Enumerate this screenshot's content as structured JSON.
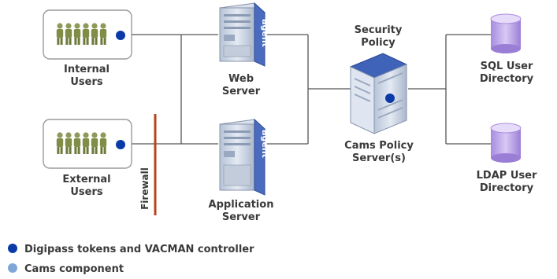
{
  "nodes": {
    "internal_users": {
      "line1": "Internal",
      "line2": "Users"
    },
    "external_users": {
      "line1": "External",
      "line2": "Users"
    },
    "web_server": {
      "line1": "Web",
      "line2": "Server",
      "badge": "agent"
    },
    "app_server": {
      "line1": "Application",
      "line2": "Server",
      "badge": "agent"
    },
    "security_policy": {
      "line1": "Security",
      "line2": "Policy"
    },
    "cams_policy_server": {
      "line1": "Cams Policy",
      "line2": "Server(s)"
    },
    "sql_directory": {
      "line1": "SQL User",
      "line2": "Directory"
    },
    "ldap_directory": {
      "line1": "LDAP User",
      "line2": "Directory"
    },
    "firewall": {
      "label": "Firewall"
    }
  },
  "legend": {
    "digipass": {
      "label": "Digipass tokens and VACMAN controller",
      "color": "#0a3aa8"
    },
    "cams": {
      "label": "Cams component",
      "color": "#7fa6d8"
    }
  },
  "colors": {
    "firewall": "#b5451b",
    "server_body": "#cfd8e6",
    "agent_band": "#3f63b8",
    "database": "#b59ae0"
  }
}
